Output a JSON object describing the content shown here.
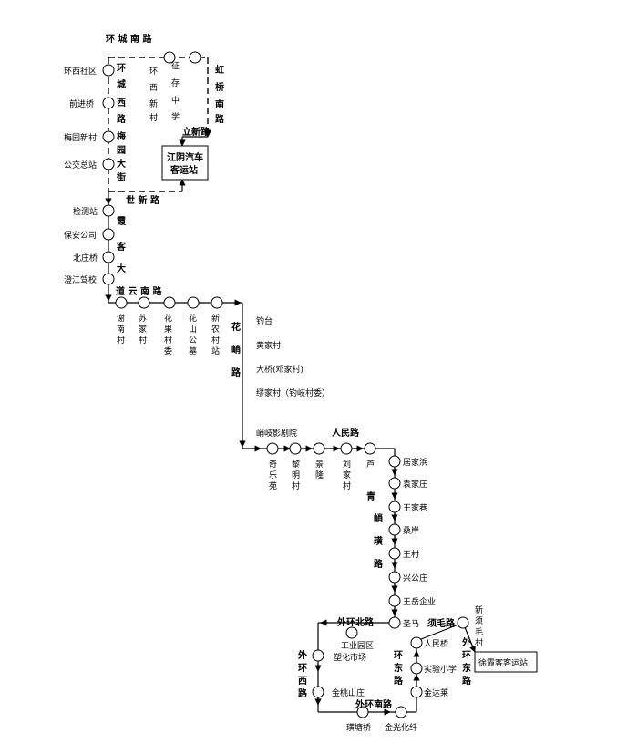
{
  "roads": {
    "huancheng_nan": "环 城 南 路",
    "huancheng_xi": [
      "环",
      "城",
      "西",
      "路"
    ],
    "hongqiao_nan": [
      "虹",
      "桥",
      "南",
      "路"
    ],
    "lixin": "立新路",
    "meiyuan": [
      "梅",
      "园",
      "大",
      "街"
    ],
    "shixin": "世 新 路",
    "xiadaoke": [
      "霞",
      "客",
      "大"
    ],
    "daoyun": "道     云     南     路",
    "huaqi": [
      "花",
      "峭",
      "路"
    ],
    "renmin": "人民路",
    "qiqiao": [
      "青",
      "峭",
      "璜",
      "路"
    ],
    "xumao": "须毛路",
    "waihuan_bei": "外环北路",
    "waihuan_xi": [
      "外",
      "环",
      "西",
      "路"
    ],
    "waihuan_nan": "外环南路",
    "huandong": [
      "环",
      "东",
      "路"
    ],
    "waihuan_dong": [
      "外",
      "环",
      "东",
      "路"
    ]
  },
  "terminals": {
    "jiangyin": [
      "江阴汽车",
      "客运站"
    ],
    "xuxia": "徐霞客客运站"
  },
  "stops": {
    "huanxi_shequ": "环西社区",
    "qianjinqiao": "前进桥",
    "meiyuan_xincun": "梅园新村",
    "gongjiao_zongzhan": "公交总站",
    "jiancezhan": "检测站",
    "baoan": "保安公司",
    "beizhuangqiao": "北庄桥",
    "chengjiang_jiaxiao": "澄江驾校",
    "huanxi_xincun": [
      "环",
      "西",
      "新",
      "村"
    ],
    "zhengcun_zhongxue": [
      "征",
      "存",
      "中",
      "学"
    ],
    "xienan": [
      "谢",
      "南",
      "村"
    ],
    "sujia": [
      "苏",
      "家",
      "村"
    ],
    "huaguo": [
      "花",
      "果",
      "村",
      "委"
    ],
    "huashan": [
      "花",
      "山",
      "公",
      "墓"
    ],
    "xinnong": [
      "新",
      "农",
      "村",
      "站"
    ],
    "diaotai": "钓台",
    "huangjiacun": "黄家村",
    "daqiao": "大桥(邓家村)",
    "miaojiacun": "缪家村（钓岐村委）",
    "qiaoqi_juyuan": "峭岐影剧院",
    "qile": [
      "奇",
      "乐",
      "苑"
    ],
    "liming": [
      "黎",
      "明",
      "村"
    ],
    "jinglong": [
      "景",
      "隆"
    ],
    "liujia": [
      "刘",
      "家",
      "村"
    ],
    "lu": [
      "芦"
    ],
    "jujiabang": "居家浜",
    "yuanjiazhuang": "袁家庄",
    "wangjiaxiang": "王家巷",
    "qinan": "桑岸",
    "wangcun": "王村",
    "xinggongzhuang": "兴公庄",
    "wangyue": "王岳企业",
    "shengma": "圣马",
    "gongyeyuan": "工业园区",
    "suhua": "塑化市场",
    "jintaoshanzhuang": "金桃山庄",
    "huangtangqiao": "璜塘桥",
    "jinguang": "金光化纤",
    "jinda": "金达莱",
    "shiyan": "实验小学",
    "renminqiao": "人民桥",
    "xinxu_maocun": [
      "新",
      "须",
      "毛",
      "村"
    ]
  }
}
